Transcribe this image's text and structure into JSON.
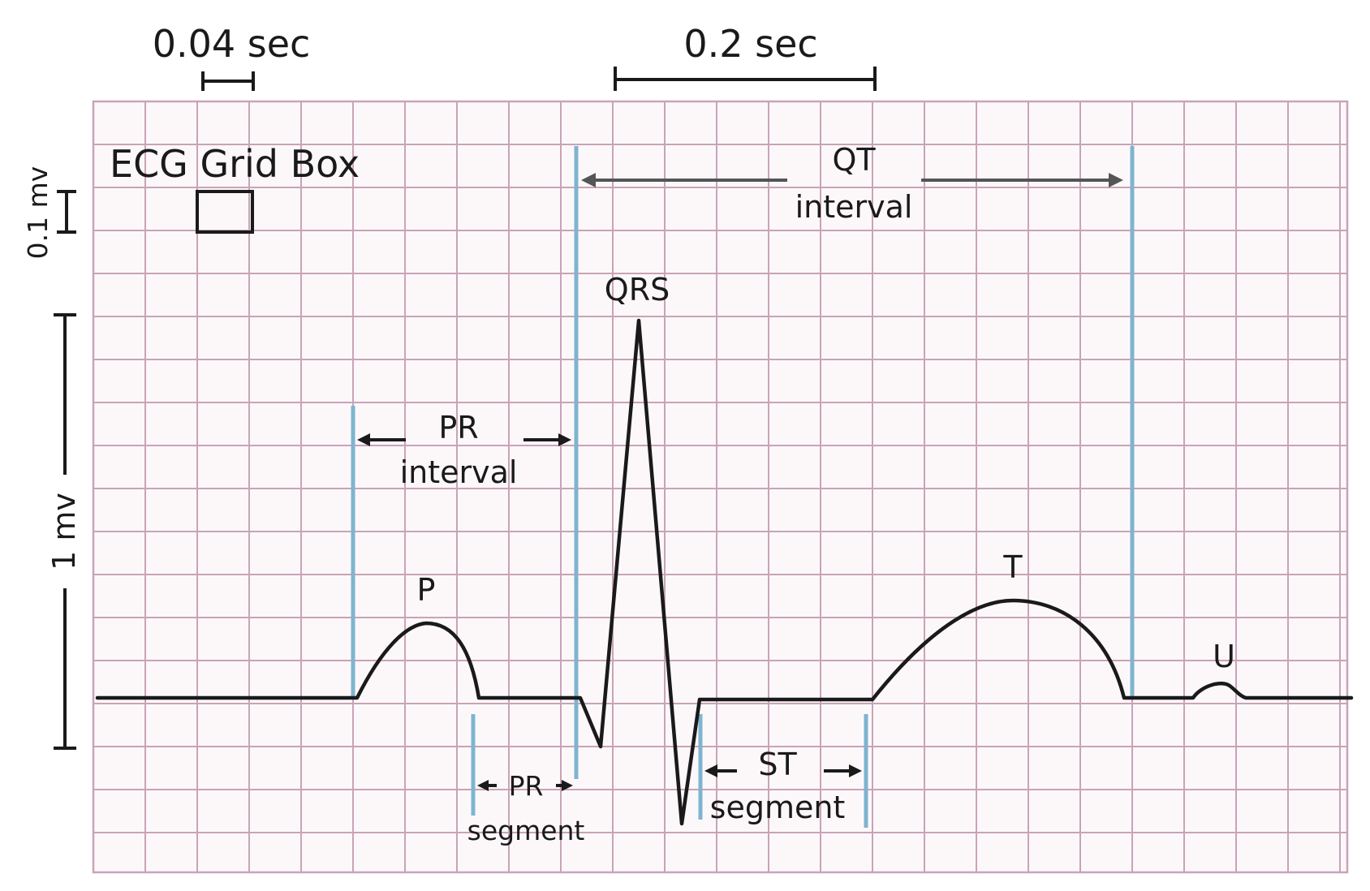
{
  "scale": {
    "time_unit_label": "0.04 sec",
    "time_big_label": "0.2 sec",
    "voltage_unit_label": "0.1 mv",
    "voltage_big_label": "1 mv",
    "grid_box_label": "ECG Grid Box"
  },
  "waves": {
    "p": "P",
    "qrs": "QRS",
    "t": "T",
    "u": "U"
  },
  "intervals": {
    "pr_interval_line1": "PR",
    "pr_interval_line2": "interval",
    "qt_interval_line1": "QT",
    "qt_interval_line2": "interval",
    "pr_segment_line1": "PR",
    "pr_segment_line2": "segment",
    "st_segment_line1": "ST",
    "st_segment_line2": "segment"
  },
  "colors": {
    "grid": "#c9a3b8",
    "marker": "#7fb4d0",
    "trace": "#1a1a1a"
  }
}
